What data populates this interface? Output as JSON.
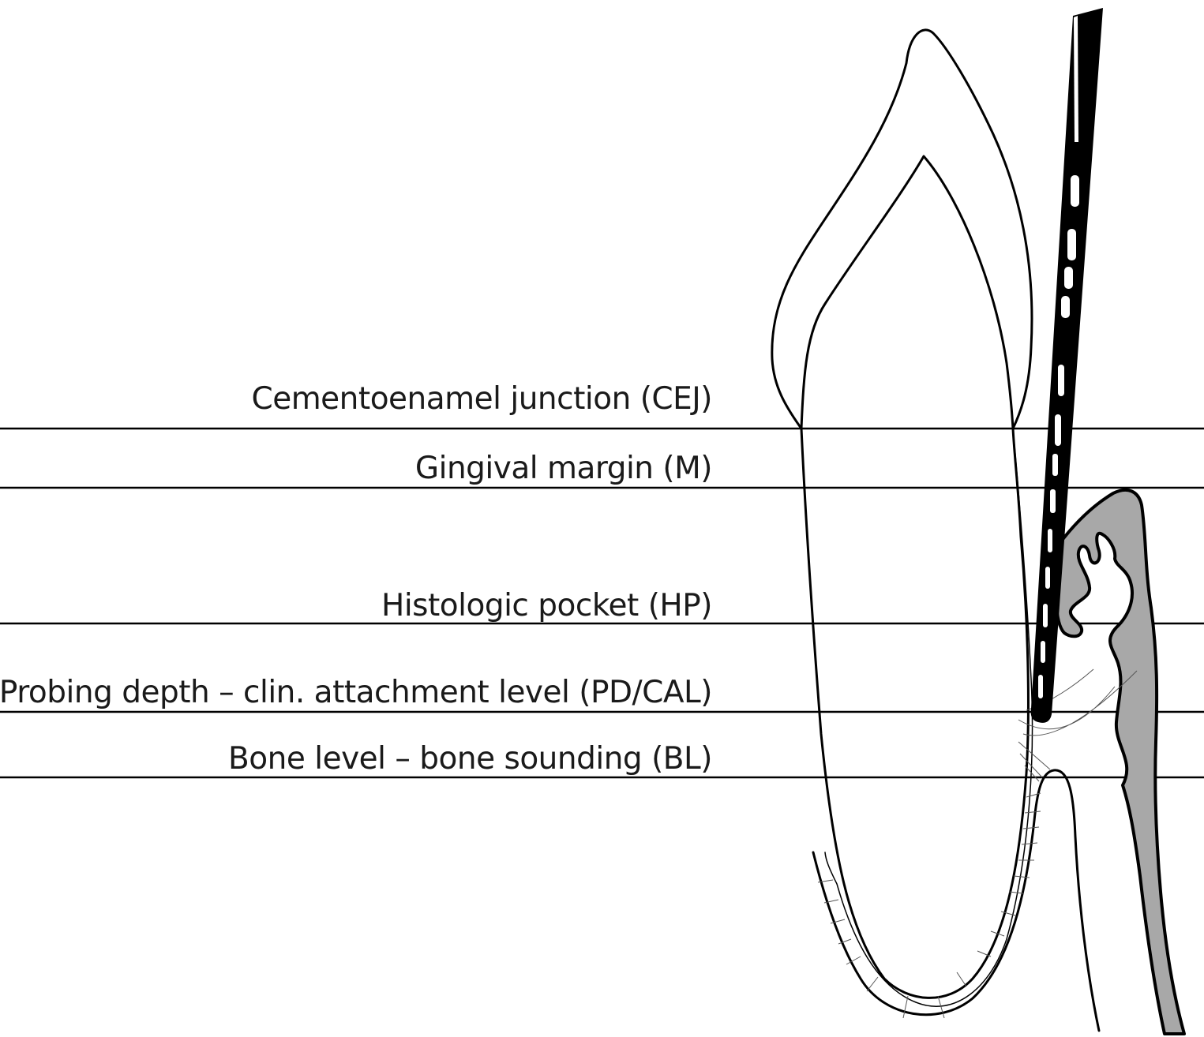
{
  "labels": {
    "cej": "Cementoenamel junction (CEJ)",
    "gingival_margin": "Gingival margin (M)",
    "histologic_pocket": "Histologic pocket (HP)",
    "probing_depth": "Probing depth – clin. attachment level (PD/CAL)",
    "bone_level": "Bone level – bone sounding (BL)"
  },
  "colors": {
    "line": "#000000",
    "gingiva_fill": "#a8a8a8",
    "text": "#1a1a1a"
  },
  "icons": {
    "tooth": "tooth-outline",
    "probe": "periodontal-probe",
    "gingiva": "gingiva-tissue",
    "bone": "alveolar-bone"
  }
}
